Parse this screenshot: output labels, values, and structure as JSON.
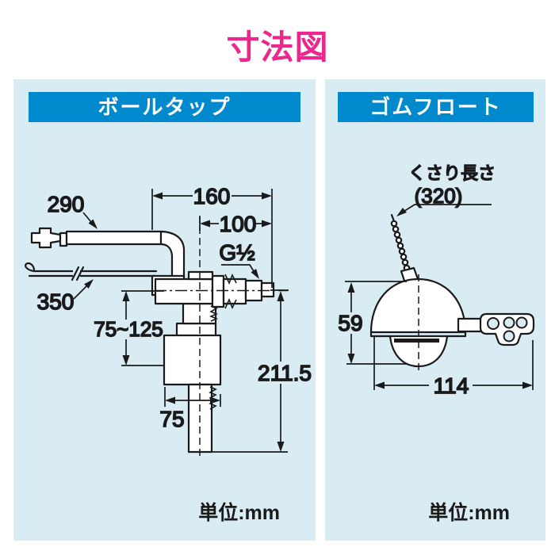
{
  "page": {
    "title": "寸法図"
  },
  "colors": {
    "title_pink": "#EC268C",
    "header_blue": "#0089CC",
    "header_text": "#FFFFFF",
    "panel_bg": "#D9EBF3",
    "line_black": "#1A1A1A"
  },
  "panels": [
    {
      "header": "ボールタップ",
      "unit": "単位:mm",
      "dims": {
        "top_width": "160",
        "inlet_offset": "100",
        "arm_length": "290",
        "refill_tube_length": "350",
        "thread_size": "G½",
        "height_range": "75~125",
        "total_height": "211.5",
        "body_width": "75"
      }
    },
    {
      "header": "ゴムフロート",
      "unit": "単位:mm",
      "dims": {
        "chain_label": "くさり長さ",
        "chain_length": "(320)",
        "float_height": "59",
        "float_width": "114"
      }
    }
  ]
}
